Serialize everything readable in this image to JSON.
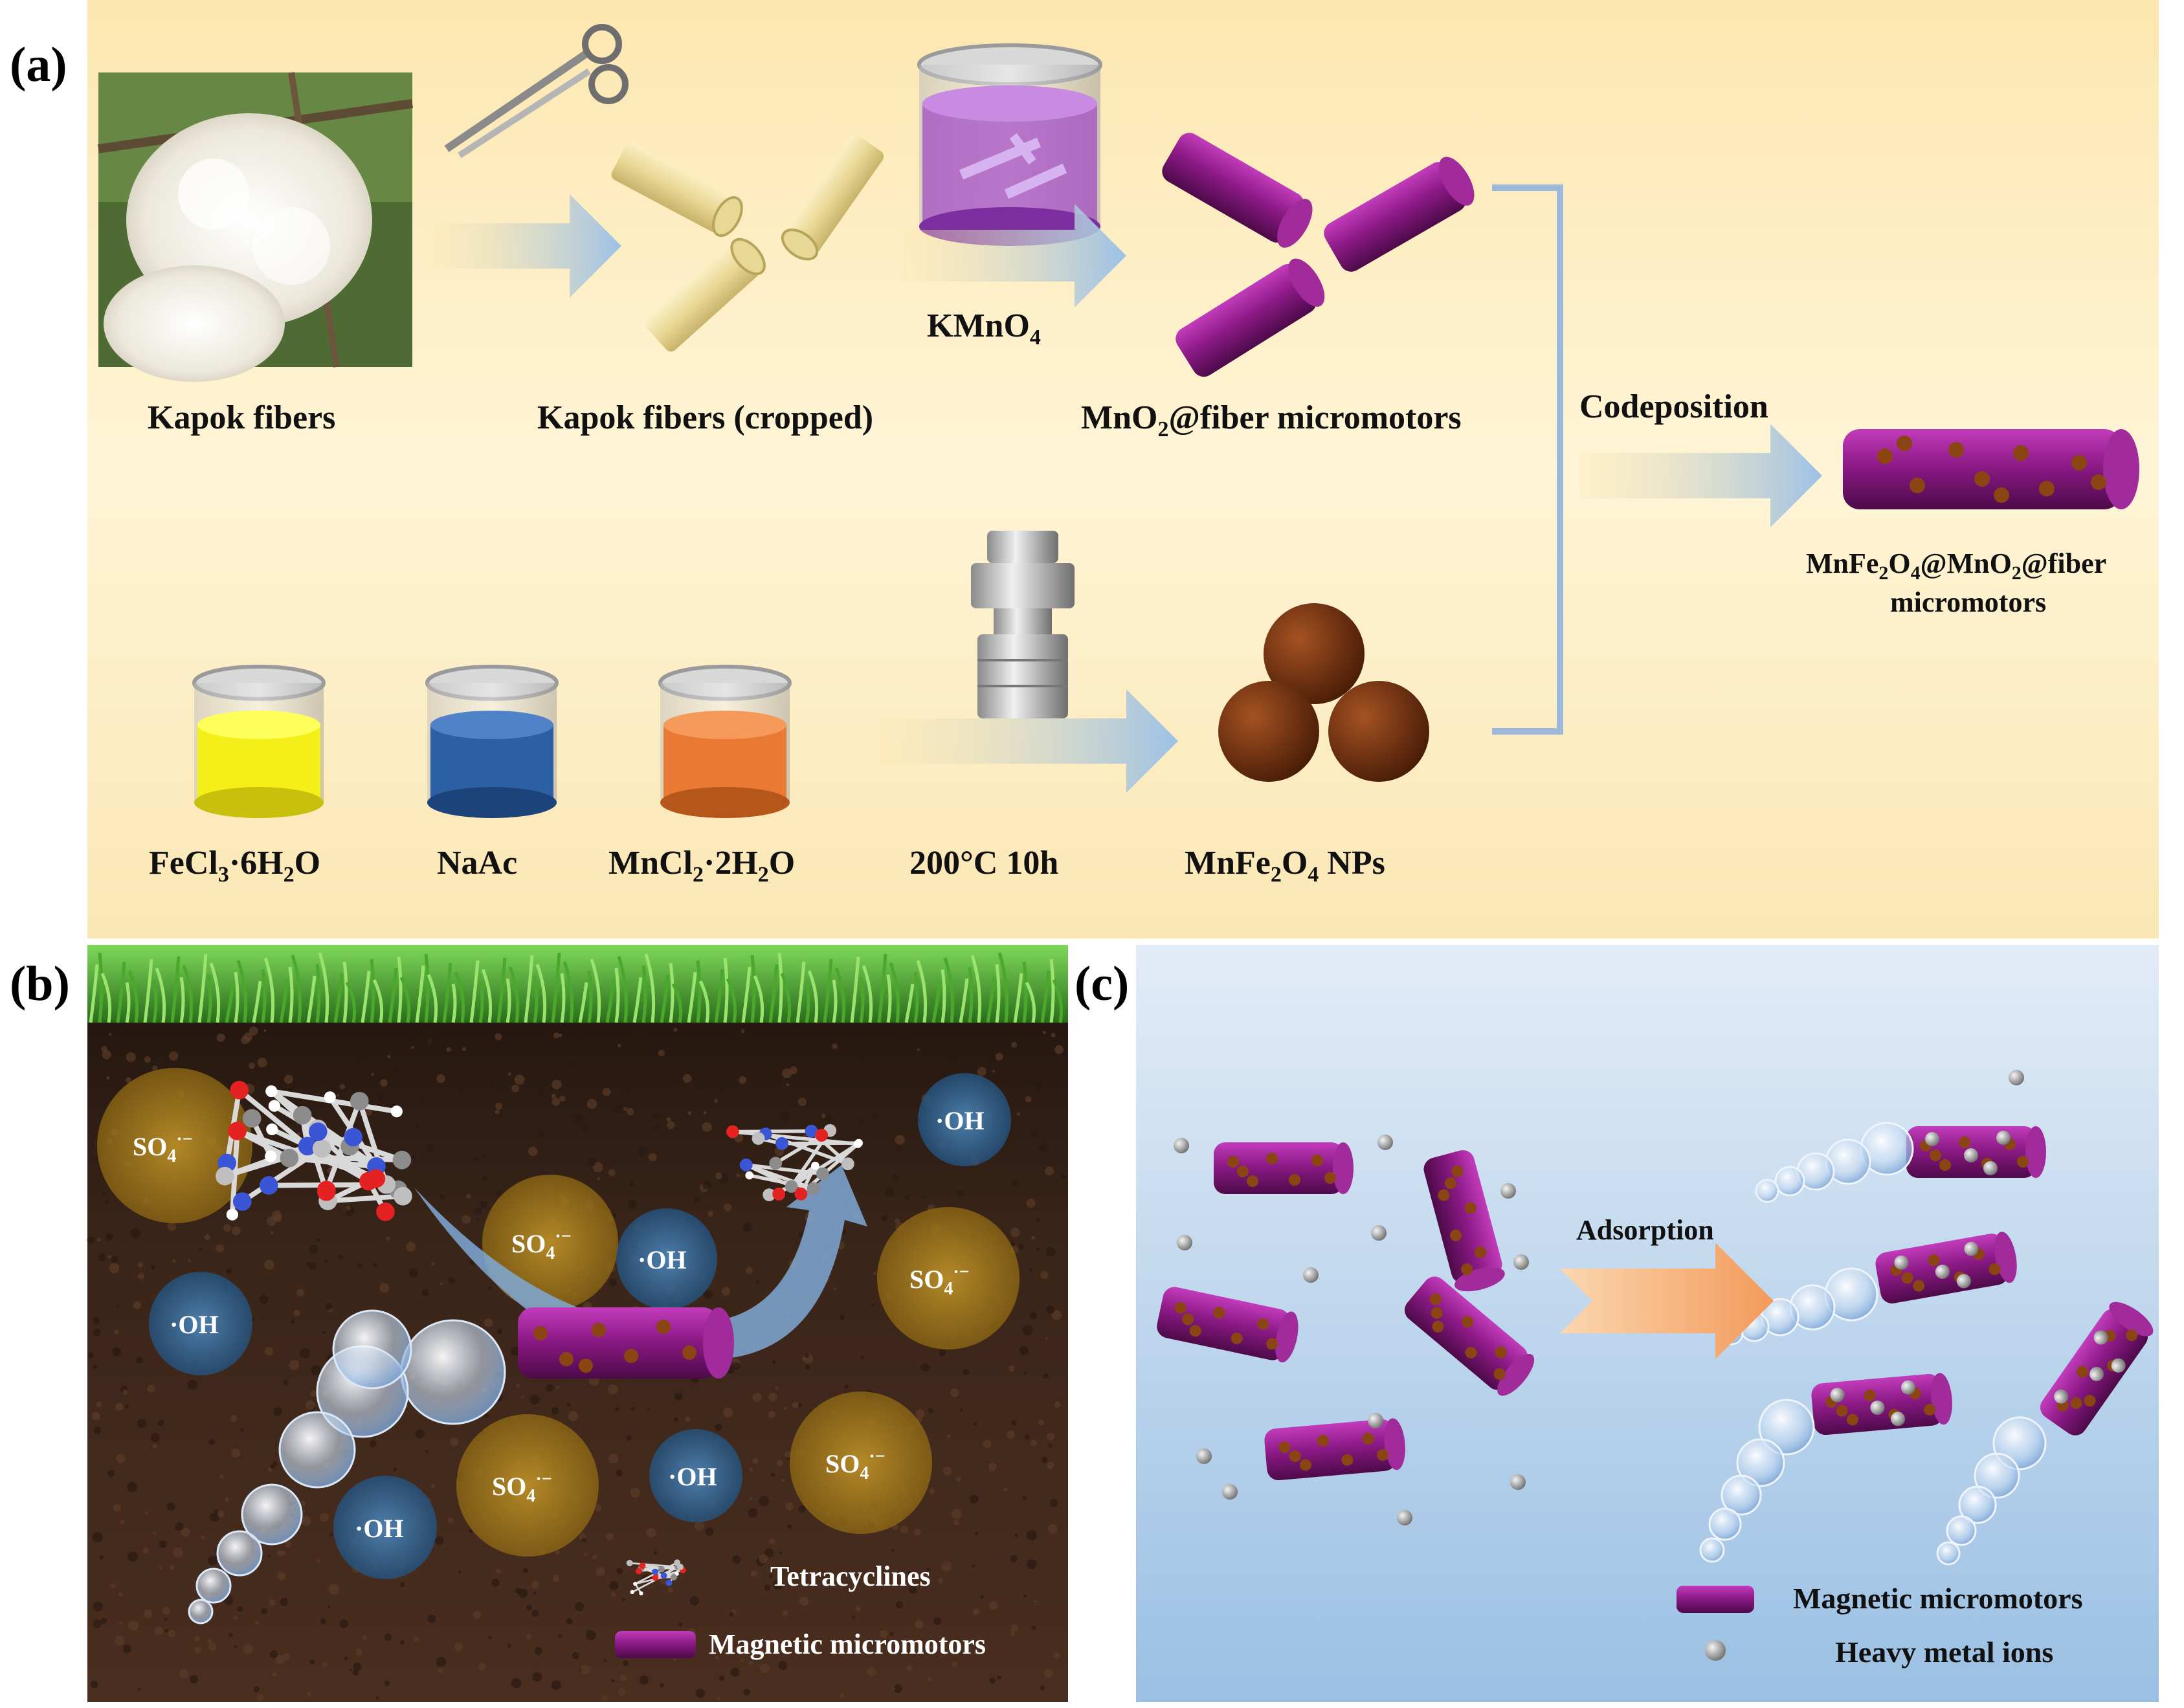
{
  "panels": {
    "a": {
      "label": "(a)",
      "kapok": "Kapok fibers",
      "cropped": "Kapok fibers (cropped)",
      "kmno4": "KMnO",
      "kmno4_sub": "4",
      "mno2_a": "MnO",
      "mno2_sub": "2",
      "mno2_b": "@fiber micromotors",
      "codeposition": "Codeposition",
      "product_l1_a": "MnFe",
      "product_l1_s1": "2",
      "product_l1_b": "O",
      "product_l1_s2": "4",
      "product_l1_c": "@MnO",
      "product_l1_s3": "2",
      "product_l1_d": "@fiber",
      "product_l2": "micromotors",
      "fecl3_a": "FeCl",
      "fecl3_s1": "3",
      "fecl3_b": "·6H",
      "fecl3_s2": "2",
      "fecl3_c": "O",
      "naac": "NaAc",
      "mncl2_a": "MnCl",
      "mncl2_s1": "2",
      "mncl2_b": "·2H",
      "mncl2_s2": "2",
      "mncl2_c": "O",
      "condition": "200°C  10h",
      "nps_a": "MnFe",
      "nps_s1": "2",
      "nps_b": "O",
      "nps_s2": "4",
      "nps_c": " NPs"
    },
    "b": {
      "label": "(b)",
      "so4": "SO",
      "so4_sub": "4",
      "so4_sup": "·−",
      "oh": "·OH",
      "legend_tc": "Tetracyclines",
      "legend_mm": "Magnetic micromotors"
    },
    "c": {
      "label": "(c)",
      "adsorption": "Adsorption",
      "legend_mm": "Magnetic micromotors",
      "legend_hm": "Heavy metal ions"
    }
  },
  "colors": {
    "panel_a_bg_top": "#fde9b5",
    "panel_a_bg_bottom": "#fbeec9",
    "arrow": "#9cc1e6",
    "fiber_raw": "#f1e3a8",
    "micromotor": "#8b1a86",
    "particle": "#7a3512",
    "soil": "#3a2418",
    "grass": "#3fa32a",
    "sulfate": "#b8891c",
    "hydroxyl": "#3a6f9e",
    "panel_c_bg": "#aecbe6",
    "adsorption_arrow": "#f4a76a",
    "bracket": "#9cb9dc"
  },
  "icons": [
    "scissors-icon",
    "beaker-icon",
    "autoclave-icon",
    "bubble-icon",
    "molecule-icon"
  ]
}
